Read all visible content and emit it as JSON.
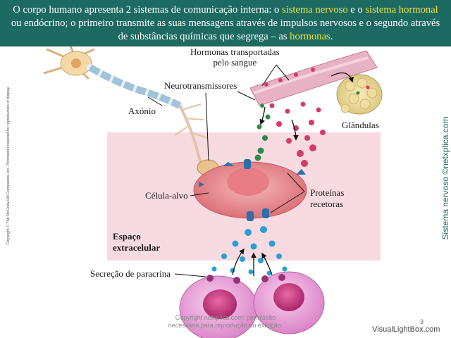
{
  "intro": {
    "p1": "O corpo humano apresenta 2 sistemas de comunicação interna: o ",
    "hl1": "sistema nervoso",
    "p2": " e o ",
    "hl2": "sistema hormonal",
    "p3": " ou endócrino; o primeiro transmite as suas mensagens através de impulsos nervosos e o segundo através de substâncias químicas que segrega – as ",
    "hl3": "hormonas",
    "p4": "."
  },
  "labels": {
    "hormonas_line1": "Hormonas transportadas",
    "hormonas_line2": "pelo sangue",
    "neurotransmissores": "Neurotransmissores",
    "axonio": "Axónio",
    "glandulas": "Glândulas",
    "celula_alvo": "Célula-alvo",
    "proteinas_line1": "Proteínas",
    "proteinas_line2": "recetoras",
    "espaco_line1": "Espaço",
    "espaco_line2": "extracelular",
    "paracrina": "Secreção de paracrina"
  },
  "side_copyright": "Copyright © The McGraw-Hill Companies, Inc. Permission required for reproduction or display.",
  "side_brand": "Sistema nervoso ©netxplica.com",
  "watermark_line1": "Copyright netxplica.com: permissão",
  "watermark_line2": "necessária para reprodução ou exibição.",
  "page_number": "3",
  "footer_brand": "VisualLightBox.com",
  "colors": {
    "banner": "#1d6a63",
    "highlight": "#f4e23a",
    "extracellular": "#f7dbe0",
    "target_cell": "#e98f94",
    "receptor": "#2c6fa8",
    "hormone": "#d63a6a",
    "neurotransmitter": "#2f8a4a",
    "paracrine": "#2a9ed6"
  },
  "icons": [
    "neuron-icon",
    "gland-icon",
    "blood-vessel-icon",
    "target-cell-icon",
    "paracrine-cell-icon"
  ]
}
